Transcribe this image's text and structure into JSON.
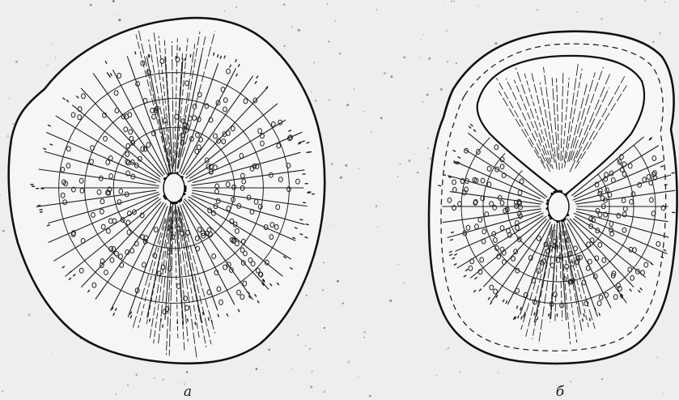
{
  "figure": {
    "panels": [
      {
        "id": "a",
        "label": "а"
      },
      {
        "id": "b",
        "label": "б"
      }
    ]
  },
  "colors": {
    "background": "#eeeeec",
    "ink": "#1a1a1a"
  }
}
